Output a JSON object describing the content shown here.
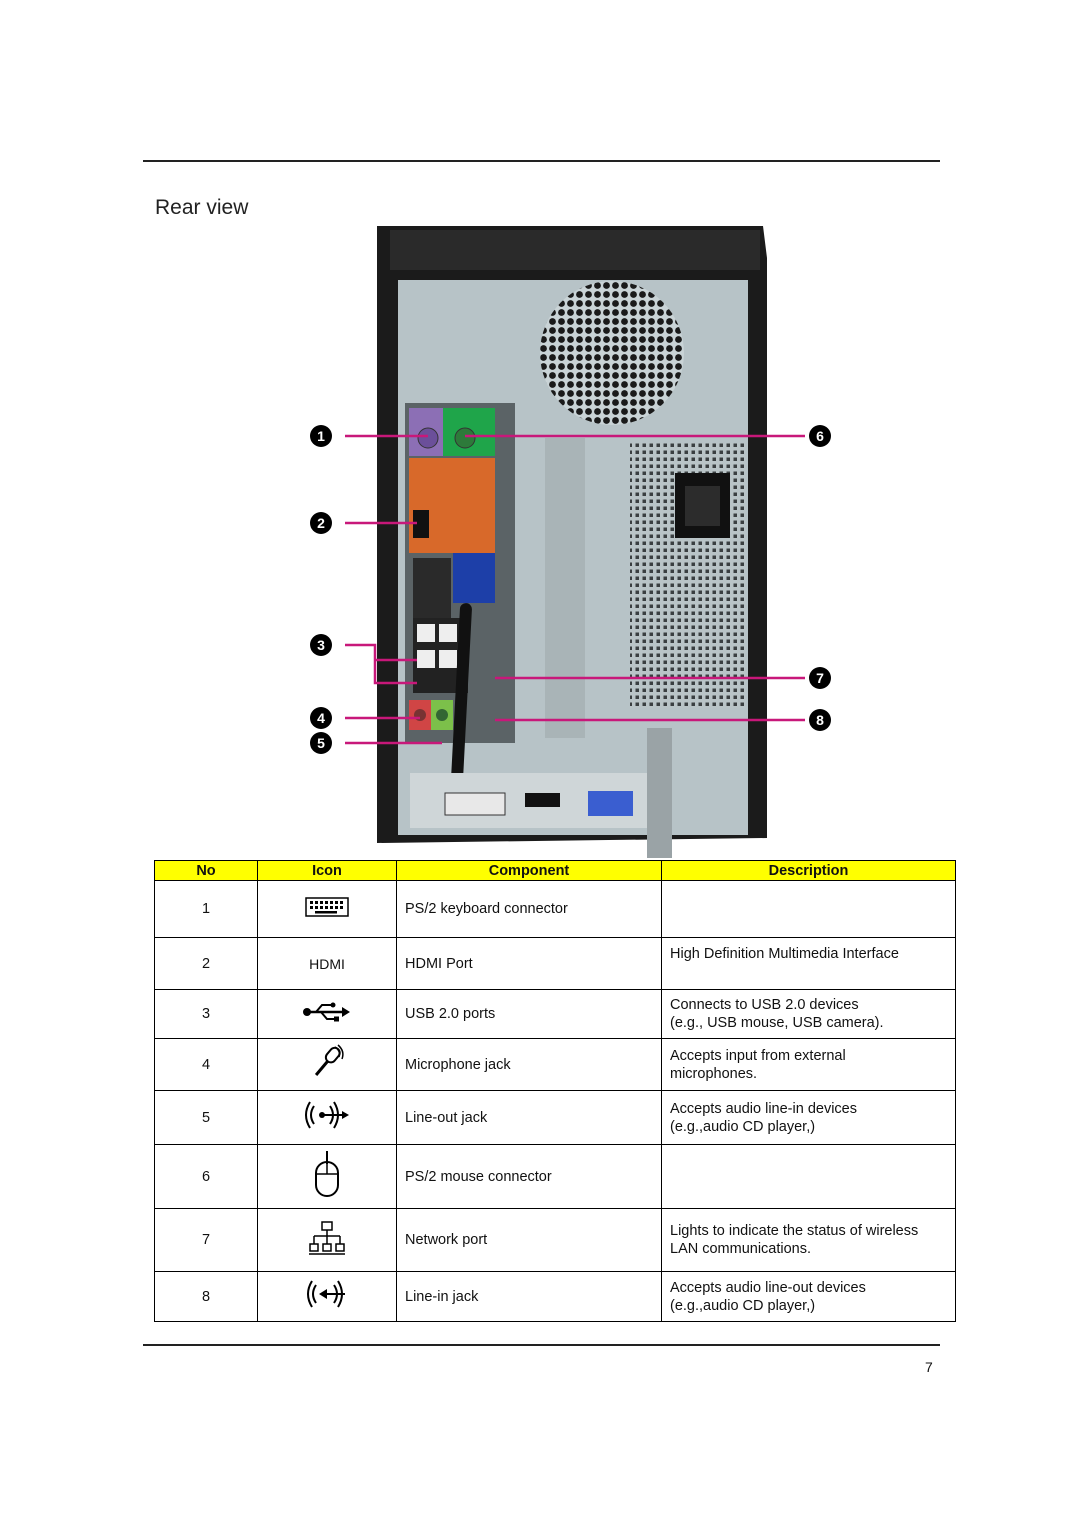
{
  "section_title": "Rear view",
  "page_number": "7",
  "table": {
    "headers": {
      "no": "No",
      "icon": "Icon",
      "component": "Component",
      "description": "Description"
    },
    "rows": [
      {
        "no": "1",
        "icon": "keyboard-icon",
        "component": "PS/2 keyboard connector",
        "description": ""
      },
      {
        "no": "2",
        "icon_text": "HDMI",
        "component": "HDMI Port",
        "description": "High Definition Multimedia Interface"
      },
      {
        "no": "3",
        "icon": "usb-icon",
        "component": "USB 2.0 ports",
        "description": "Connects to USB 2.0 devices\n(e.g., USB mouse, USB camera)."
      },
      {
        "no": "4",
        "icon": "microphone-icon",
        "component": "Microphone jack",
        "description": "Accepts input from external\nmicrophones."
      },
      {
        "no": "5",
        "icon": "line-out-icon",
        "component": "Line-out jack",
        "description": "Accepts audio line-in devices\n(e.g.,audio CD player,)"
      },
      {
        "no": "6",
        "icon": "mouse-icon",
        "component": "PS/2 mouse connector",
        "description": ""
      },
      {
        "no": "7",
        "icon": "network-icon",
        "component": "Network port",
        "description": "Lights to indicate the status of wireless\nLAN communications."
      },
      {
        "no": "8",
        "icon": "line-in-icon",
        "component": "Line-in jack",
        "description": "Accepts audio line-out devices\n(e.g.,audio CD player,)"
      }
    ]
  },
  "callouts": [
    "1",
    "2",
    "3",
    "4",
    "5",
    "6",
    "7",
    "8"
  ]
}
